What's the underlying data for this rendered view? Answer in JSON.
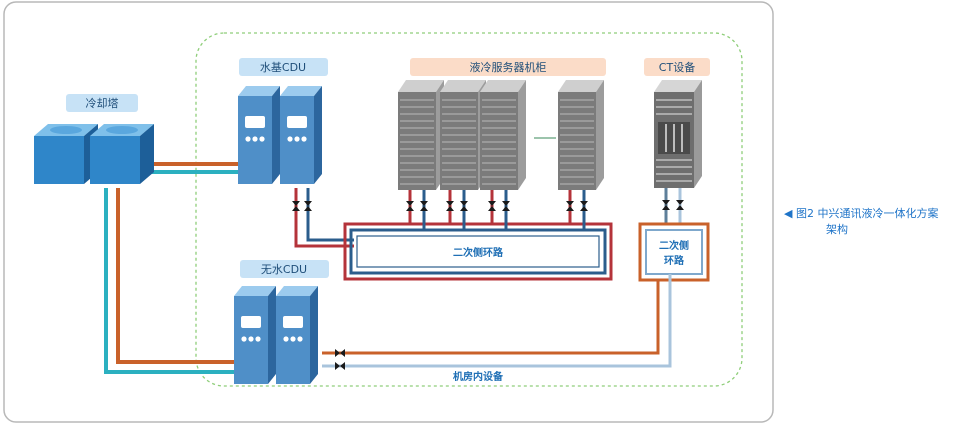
{
  "labels": {
    "cooling_tower": "冷却塔",
    "water_cdu": "水基CDU",
    "waterless_cdu": "无水CDU",
    "liquid_rack": "液冷服务器机柜",
    "ct_device": "CT设备",
    "secondary_loop": "二次侧环路",
    "secondary_loop_small_1": "二次侧",
    "secondary_loop_small_2": "环路",
    "room_devices": "机房内设备"
  },
  "caption": {
    "arrow": "◀",
    "line1": "图2  中兴通讯液冷一体化方案",
    "line2": "架构"
  },
  "colors": {
    "frame": "#b8b8b8",
    "dashed": "#8fce7a",
    "hot": "#c9612a",
    "cold": "#2bb0c0",
    "loop_red": "#b4333a",
    "loop_blue": "#2b5d8c",
    "cdu_blue": "#4f8fc8",
    "rack_gray": "#7b7b7b",
    "label_blue_bg": "#c7e2f6",
    "label_orange_bg": "#fbdcc8"
  }
}
